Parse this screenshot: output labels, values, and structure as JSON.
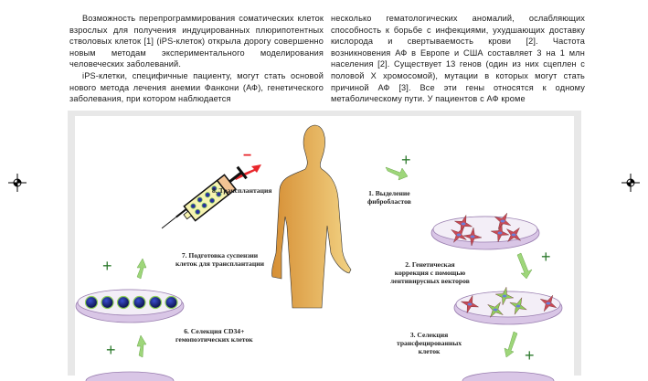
{
  "article": {
    "left_column": [
      "Возможность перепрограммирования соматических клеток взрослых для получения индуцированных плюрипотентных стволовых клеток [1] (iPS-клеток) открыла дорогу совершенно новым методам экспериментального моделирования человеческих заболеваний.",
      "iPS-клетки, специфичные пациенту, могут стать основой нового метода лечения анемии Фанкони (АФ), генетического заболевания, при котором наблюдается"
    ],
    "right_column": "несколько гематологических аномалий, ослабляющих способность к борьбе с инфекциями, ухудшающих доставку кислорода и свертываемость крови [2]. Частота возникновения АФ в Европе и США составляет 3 на 1 млн населения [2]. Существует 13 генов (один из них сцеплен с половой X хромосомой), мутации в которых могут стать причиной АФ [3]. Все эти гены относятся к одному метаболическому пути. У пациентов с АФ кроме"
  },
  "figure": {
    "steps": {
      "step1": [
        "1. Выделение",
        "фибробластов"
      ],
      "step2": [
        "2. Генетическая",
        "коррекция с помощью",
        "лентивирусных векторов"
      ],
      "step3": [
        "3. Селекция",
        "трансфецированных",
        "клеток"
      ],
      "step6": [
        "6. Селекция CD34+",
        "гемопоэтических клеток"
      ],
      "step7": [
        "7. Подготовка суспензии",
        "клеток для трансплантации"
      ],
      "step8": "8. Трансплантация"
    },
    "signs": {
      "plus": "+",
      "minus": "−"
    },
    "colors": {
      "body": "#e0a048",
      "dish": "#d9c6e6",
      "arrow_green": "#9ed67a",
      "arrow_red": "#e8262b",
      "plus_green": "#2d7a2d",
      "cell_red": "#c94a55",
      "cell_green": "#8fcf5a",
      "nucleus_blue": "#1f2d8a"
    }
  }
}
